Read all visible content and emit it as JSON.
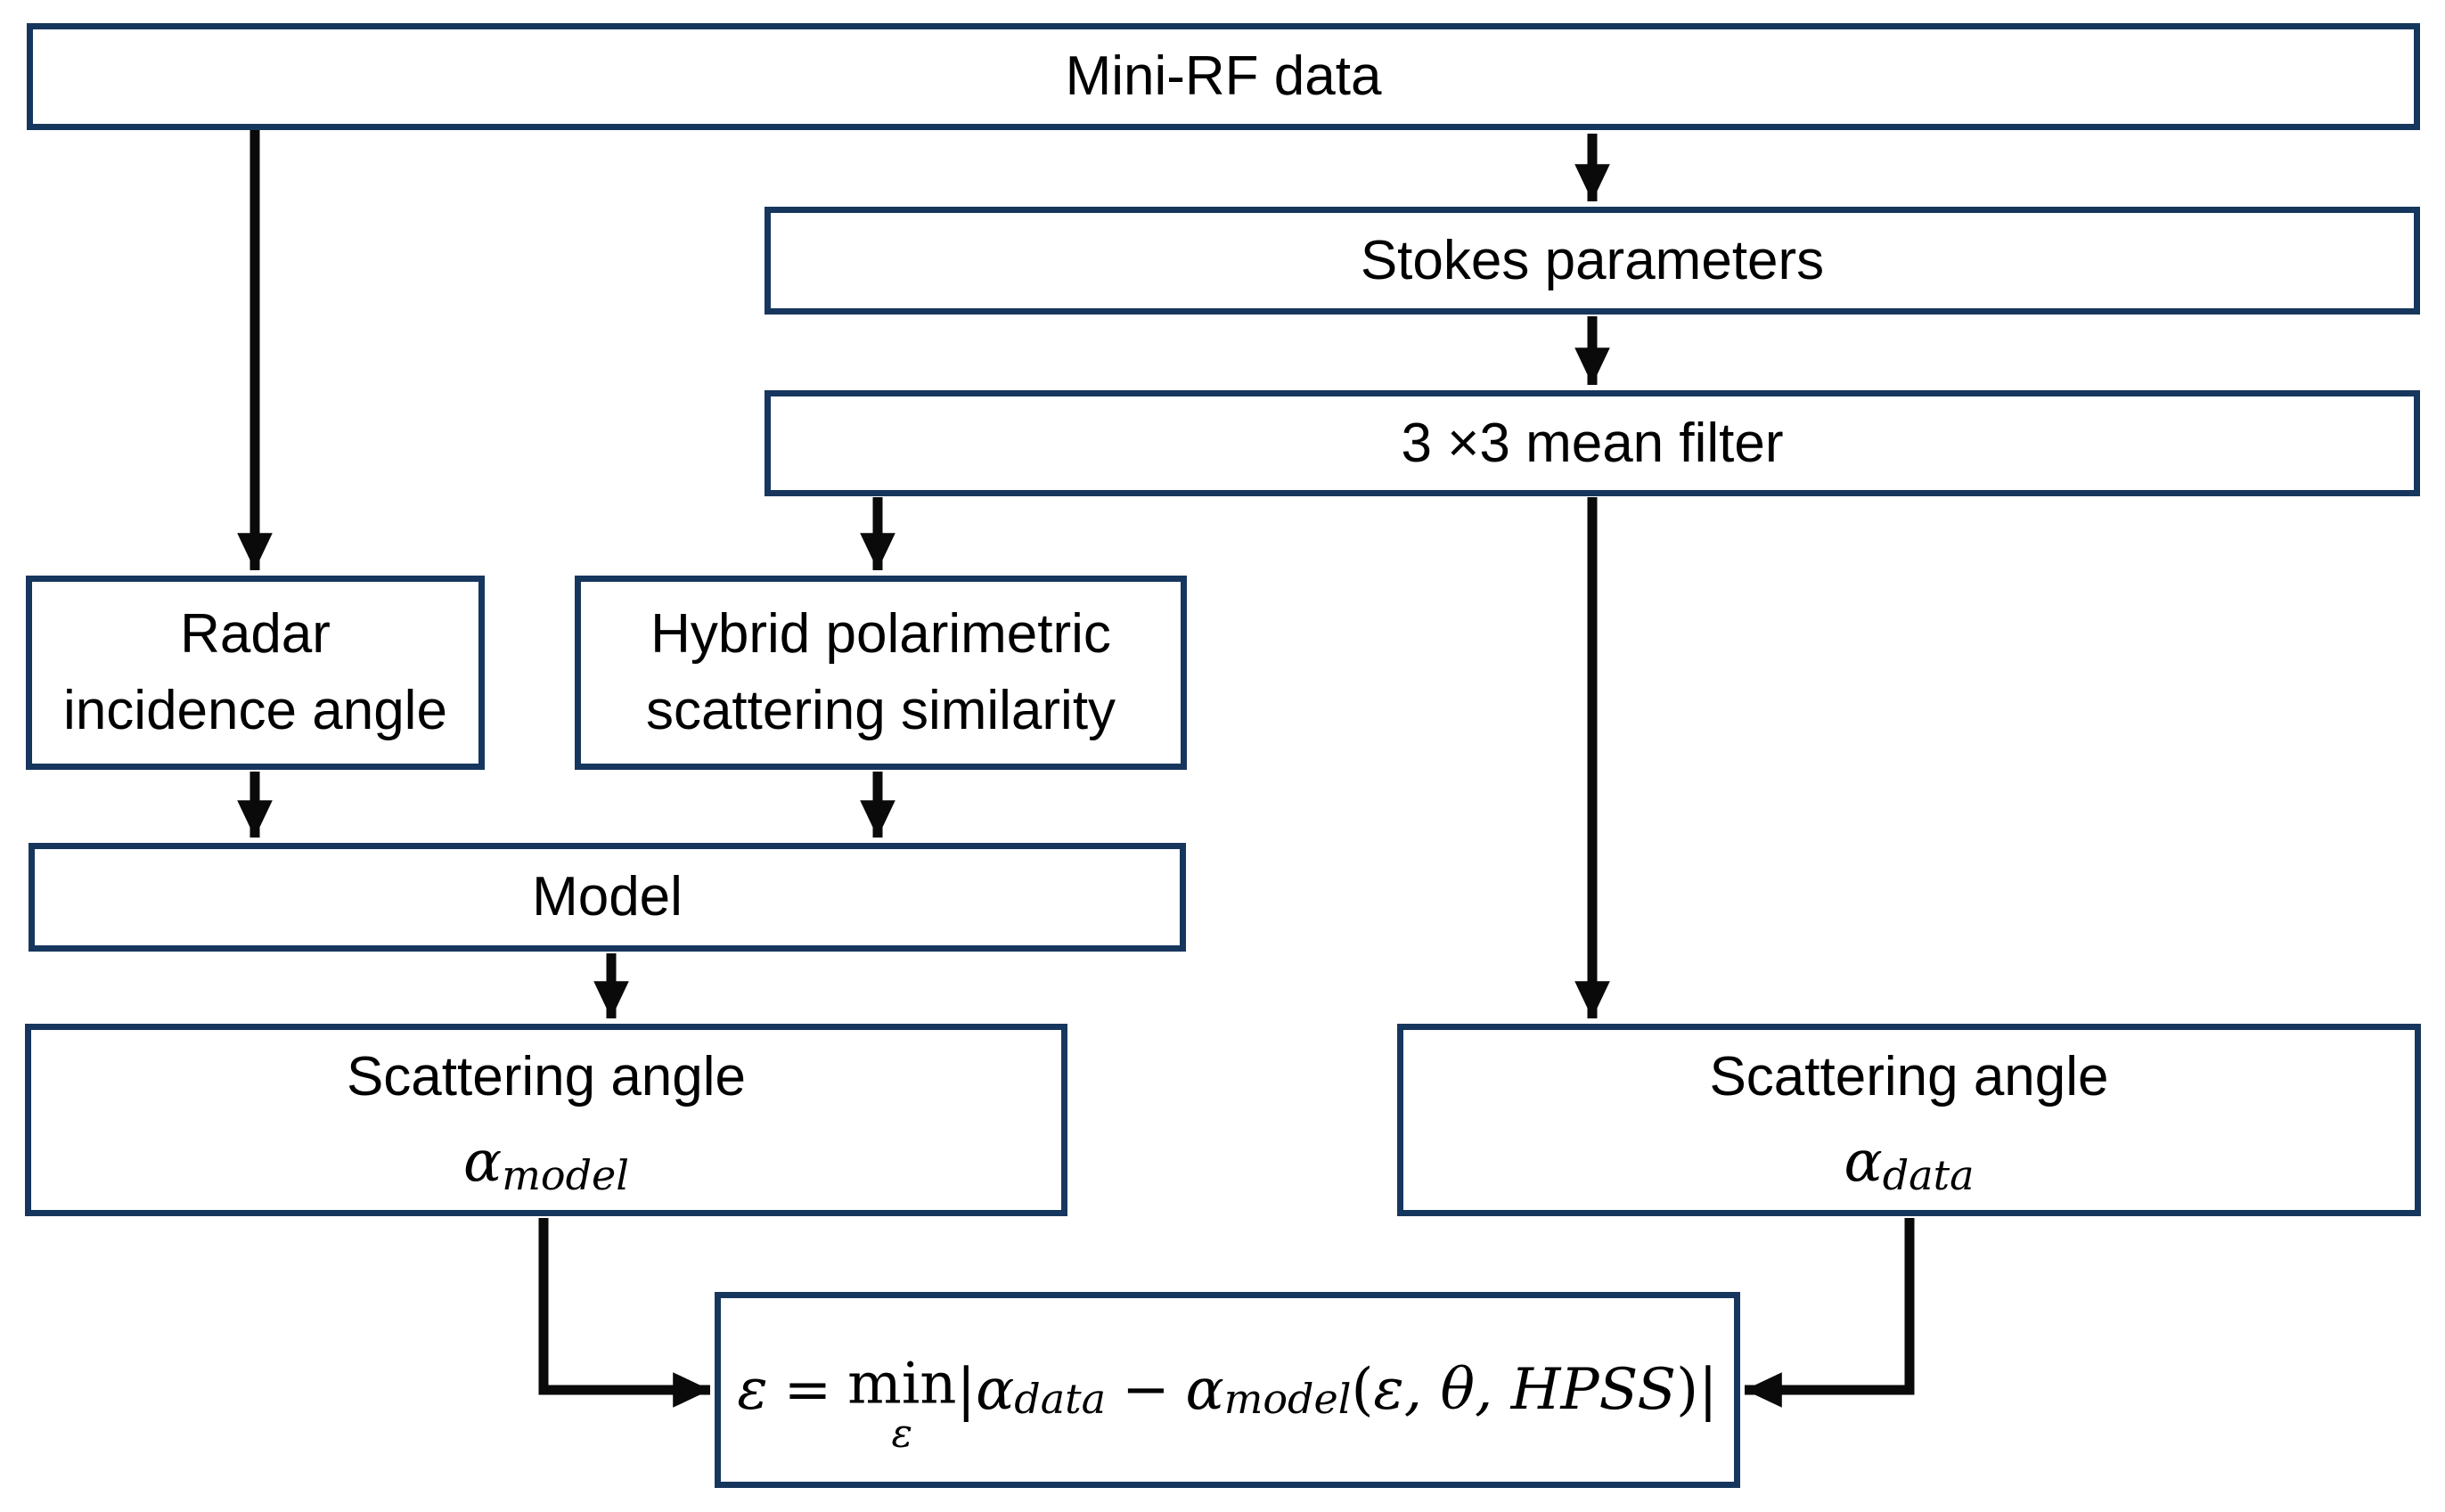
{
  "colors": {
    "border": "#17365d",
    "arrow": "#0a0a0a",
    "text": "#000000",
    "background": "#ffffff"
  },
  "boxes": {
    "minirf": {
      "label": "Mini-RF data"
    },
    "stokes": {
      "label": "Stokes parameters"
    },
    "filter": {
      "label": "3 ×3 mean filter"
    },
    "radar": {
      "line1": "Radar",
      "line2": "incidence angle"
    },
    "hybrid": {
      "line1": "Hybrid polarimetric",
      "line2": "scattering similarity"
    },
    "model": {
      "label": "Model"
    },
    "alpha_model": {
      "line1": "Scattering angle",
      "symbol": "α",
      "subscript": "model"
    },
    "alpha_data": {
      "line1": "Scattering angle",
      "symbol": "α",
      "subscript": "data"
    }
  },
  "equation": {
    "eps": "ε",
    "equals": "=",
    "min": "min",
    "min_sub": "ε",
    "open_bar": "|",
    "alpha1": "α",
    "alpha1_sub": "data",
    "minus": "−",
    "alpha2": "α",
    "alpha2_sub": "model",
    "paren_open": "(",
    "args": "ε, θ, HPSS",
    "paren_close": ")",
    "close_bar": "|"
  }
}
